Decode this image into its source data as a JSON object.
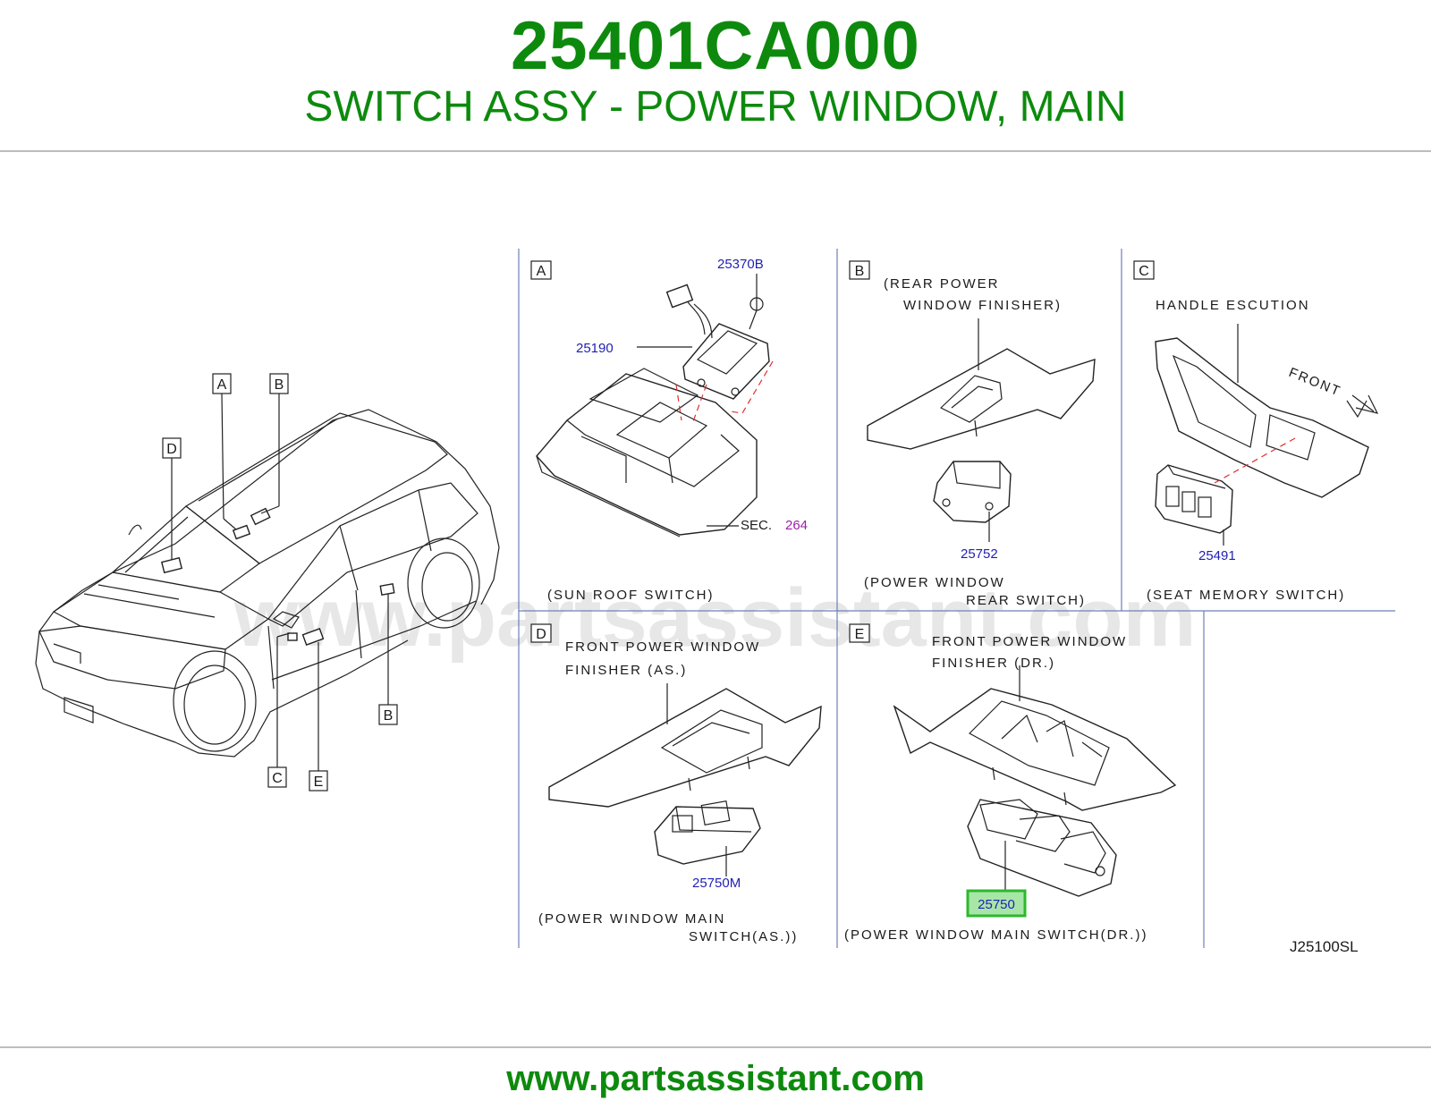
{
  "header": {
    "part_number": "25401CA000",
    "part_name": "SWITCH ASSY - POWER WINDOW, MAIN"
  },
  "footer": {
    "url": "www.partsassistant.com"
  },
  "watermark": "www.partsassistant.com",
  "diagram_code": "J25100SL",
  "vehicle_callouts": {
    "a": "A",
    "b": "B",
    "c": "C",
    "d": "D",
    "e": "E",
    "b2": "B"
  },
  "panels": {
    "a": {
      "letter": "A",
      "pn_1": "25370B",
      "pn_2": "25190",
      "sec_label": "SEC.",
      "sec_num": "264",
      "caption": "(SUN   ROOF   SWITCH)"
    },
    "b": {
      "letter": "B",
      "note_1": "(REAR   POWER",
      "note_2": "WINDOW   FINISHER)",
      "pn": "25752",
      "caption_1": "(POWER   WINDOW",
      "caption_2": "REAR   SWITCH)"
    },
    "c": {
      "letter": "C",
      "note": "HANDLE   ESCUTION",
      "front": "FRONT",
      "pn": "25491",
      "caption": "(SEAT   MEMORY   SWITCH)"
    },
    "d": {
      "letter": "D",
      "note_1": "FRONT   POWER   WINDOW",
      "note_2": "FINISHER   (AS.)",
      "pn": "25750M",
      "caption_1": "(POWER   WINDOW   MAIN",
      "caption_2": "SWITCH(AS.))"
    },
    "e": {
      "letter": "E",
      "note_1": "FRONT   POWER   WINDOW",
      "note_2": "FINISHER   (DR.)",
      "pn": "25750",
      "caption": "(POWER   WINDOW   MAIN   SWITCH(DR.))"
    }
  },
  "colors": {
    "brand_green": "#0d8a0d",
    "part_number_blue": "#1f1fb4",
    "section_purple": "#9b1fa8",
    "highlight_fill": "#a8e6a8",
    "highlight_border": "#2db82d",
    "divider": "#6f7fb8"
  }
}
